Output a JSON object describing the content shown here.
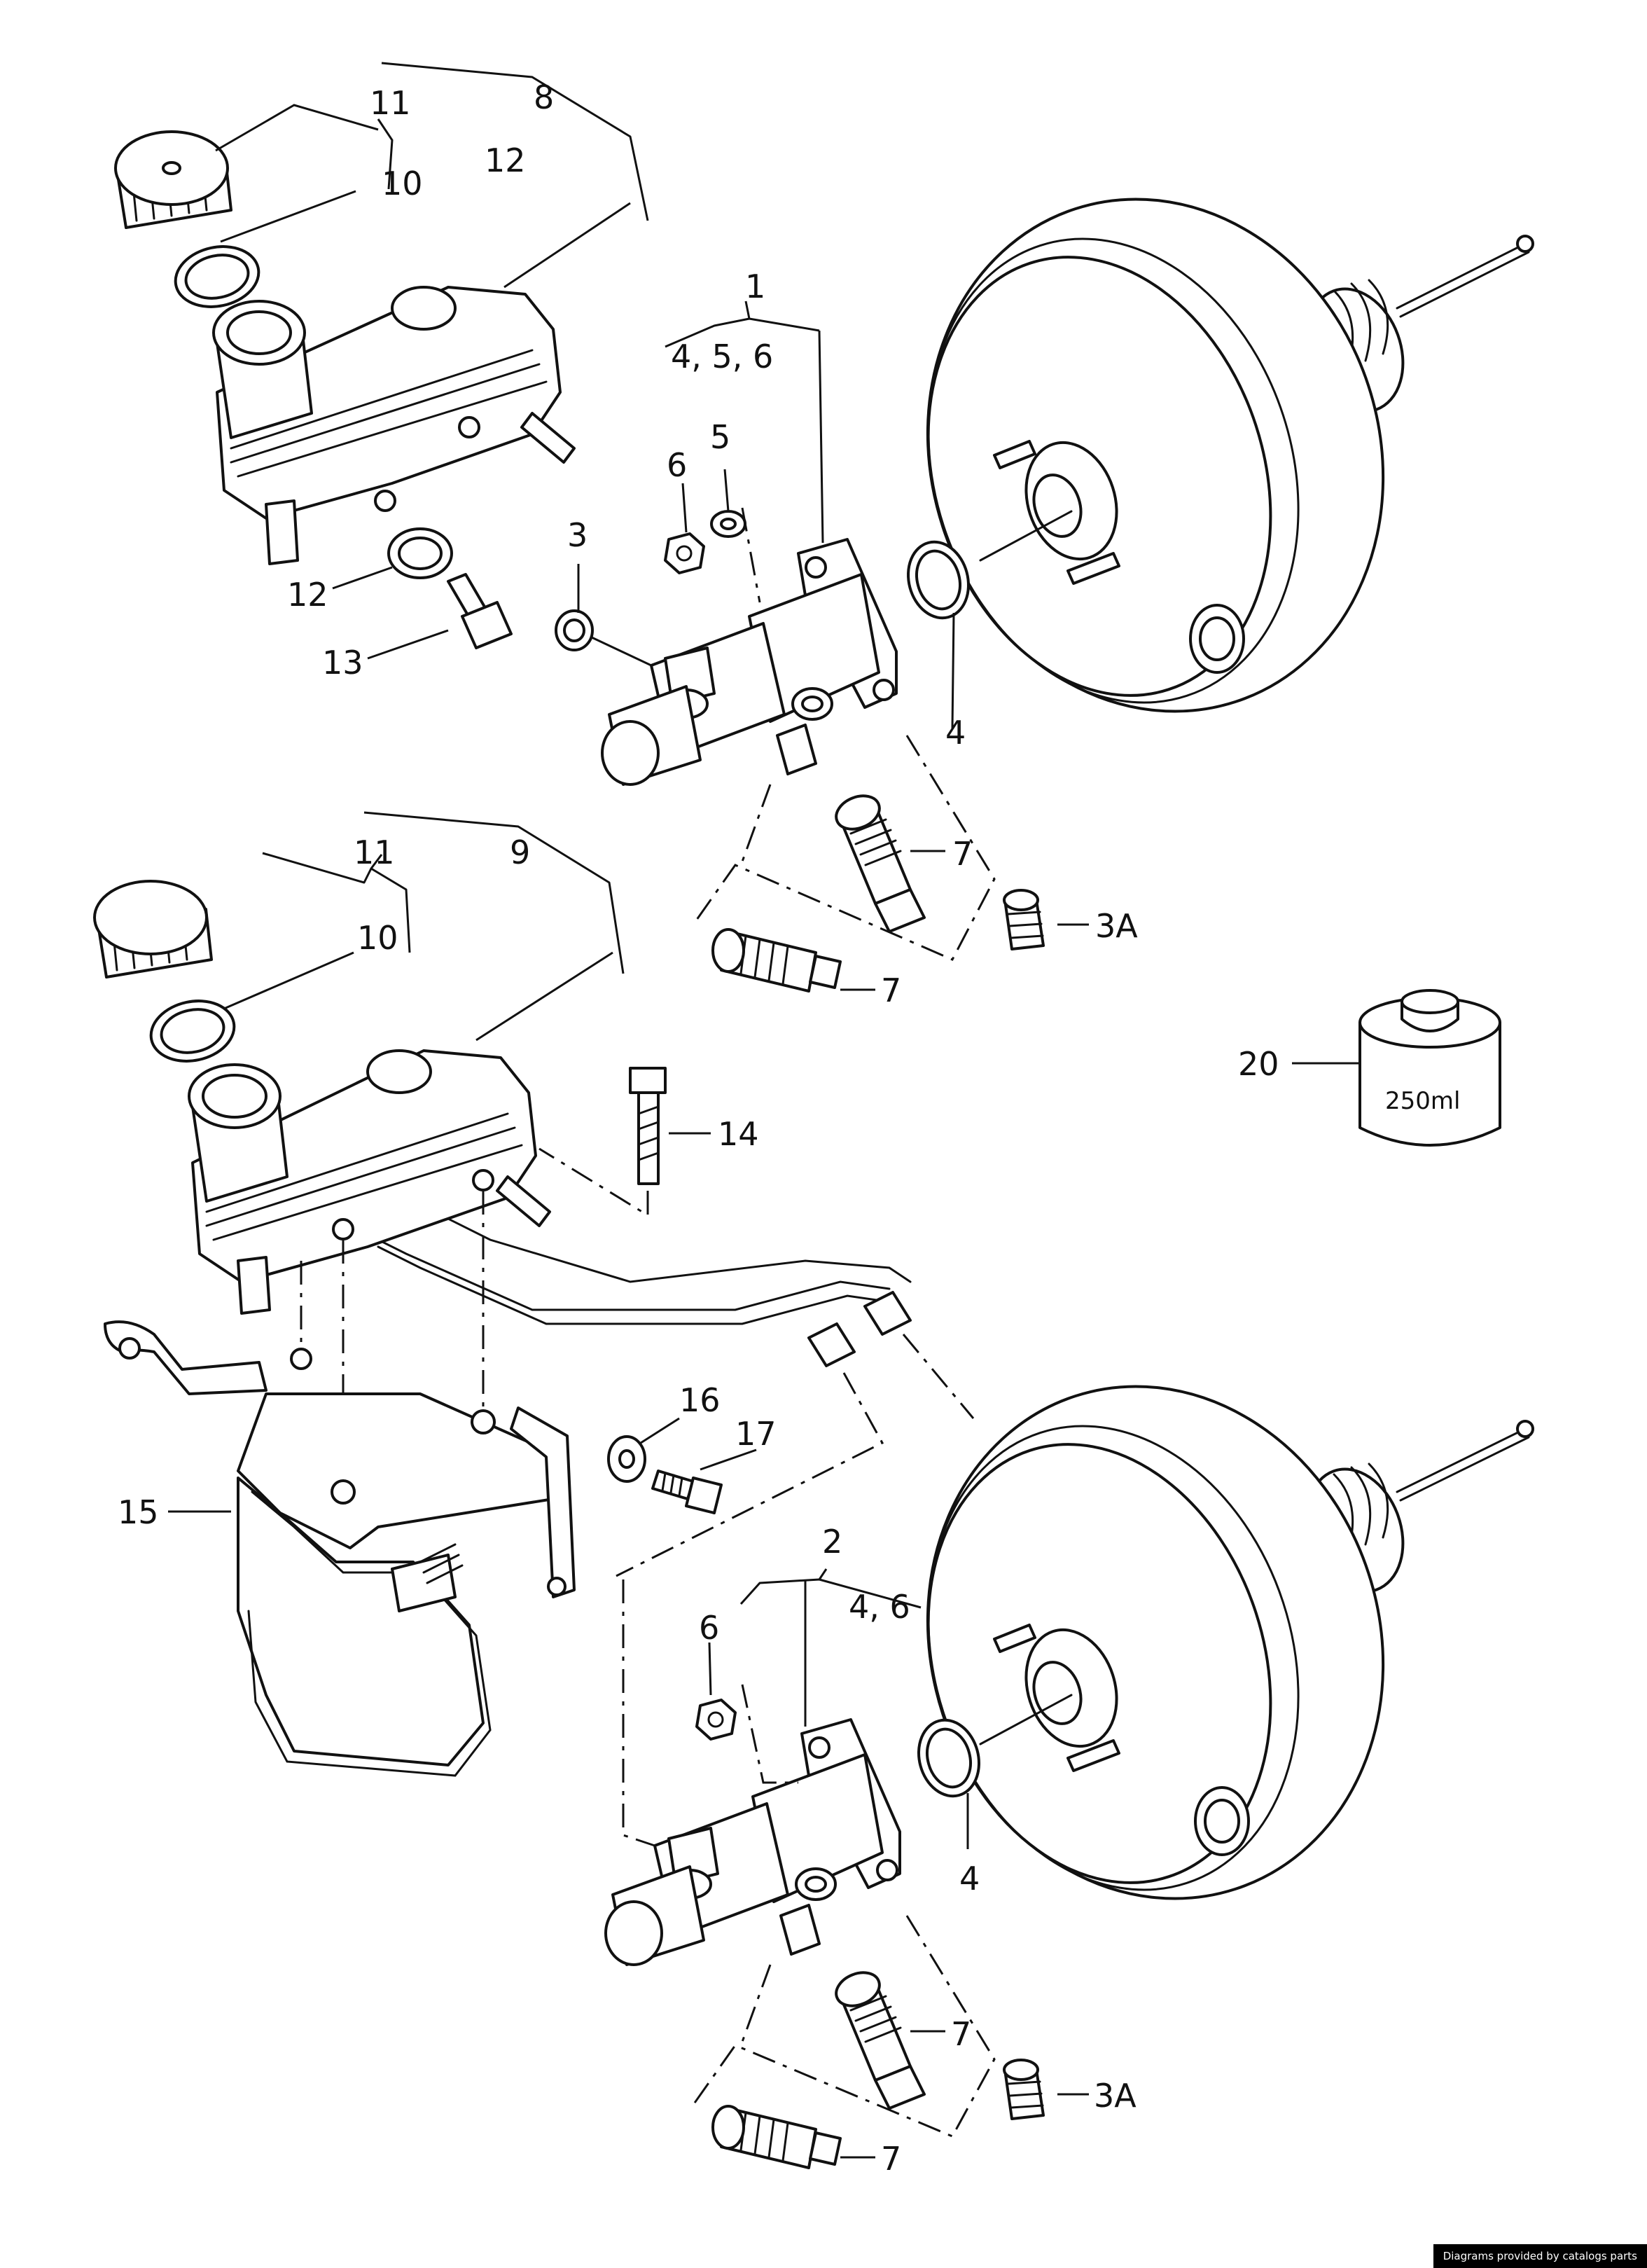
{
  "callouts": {
    "top": {
      "n1": "1",
      "n1_sub": "4, 5, 6",
      "n3": "3",
      "n3a": "3A",
      "n4": "4",
      "n5": "5",
      "n6": "6",
      "n7a": "7",
      "n7b": "7",
      "n8": "8",
      "n10": "10",
      "n11": "11",
      "n12a": "12",
      "n12b": "12",
      "n13": "13"
    },
    "bottom": {
      "n2": "2",
      "n2_sub": "4, 6",
      "n3a": "3A",
      "n4": "4",
      "n6": "6",
      "n7a": "7",
      "n7b": "7",
      "n9": "9",
      "n10": "10",
      "n11": "11",
      "n14": "14",
      "n15": "15",
      "n16": "16",
      "n17": "17"
    },
    "n20": "20"
  },
  "fluid_can_label": "250ml",
  "credit": "Diagrams provided by catalogs parts"
}
